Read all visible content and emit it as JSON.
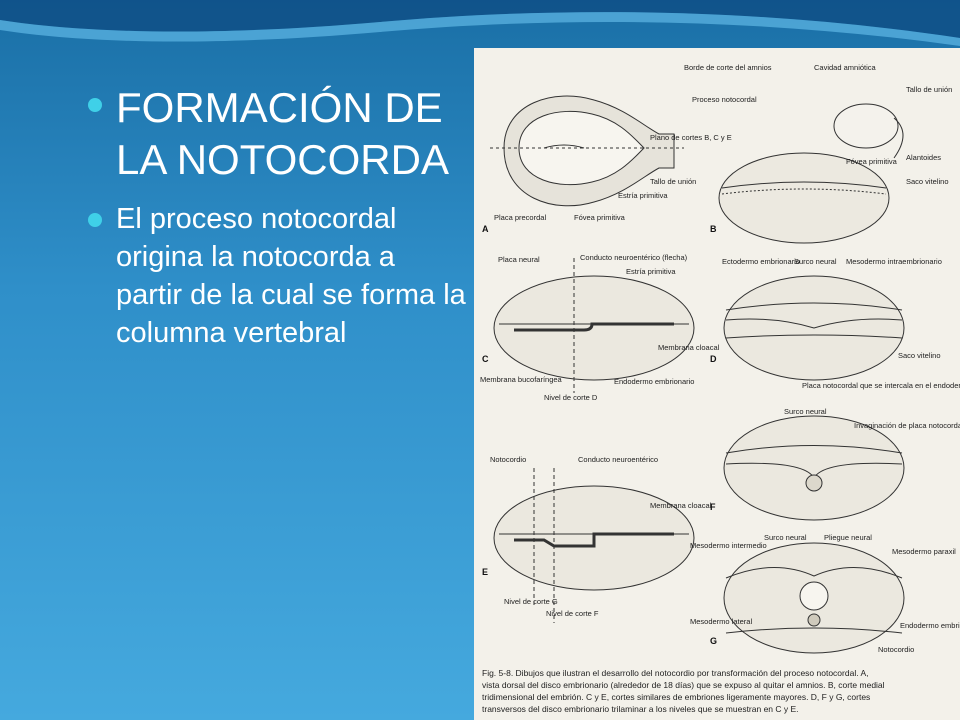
{
  "slide": {
    "title": "FORMACIÓN DE LA NOTOCORDA",
    "body": "El proceso notocordal origina la notocorda a partir de la cual se forma la columna vertebral"
  },
  "figure": {
    "panels": {
      "a": {
        "letter": "A",
        "labels": [
          "Borde de corte del amnios",
          "Proceso notocordal",
          "Plano de cortes B, C y E",
          "Tallo de unión",
          "Estría primitiva",
          "Placa precordal",
          "Fóvea primitiva"
        ]
      },
      "b": {
        "letter": "B",
        "labels": [
          "Cavidad amniótica",
          "Tallo de unión",
          "Fóvea primitiva",
          "Alantoides",
          "Saco vitelino"
        ]
      },
      "c": {
        "letter": "C",
        "labels": [
          "Placa neural",
          "Conducto neuroentérico (flecha)",
          "Estría primitiva",
          "Membrana cloacal",
          "Membrana bucofaríngea",
          "Endodermo embrionario",
          "Nivel de corte D"
        ]
      },
      "d": {
        "letter": "D",
        "labels": [
          "Ectodermo embrionario",
          "Surco neural",
          "Mesodermo intraembrionario",
          "Saco vitelino",
          "Placa notocordal que se intercala en el endodermo embrionario"
        ]
      },
      "e": {
        "letter": "E",
        "labels": [
          "Notocordio",
          "Conducto neuroentérico",
          "Membrana cloacal",
          "Nivel de corte G",
          "Nivel de corte F"
        ]
      },
      "f": {
        "letter": "F",
        "labels": [
          "Surco neural",
          "Invaginación de placa notocordal"
        ]
      },
      "g": {
        "letter": "G",
        "labels": [
          "Surco neural",
          "Pliegue neural",
          "Mesodermo intermedio",
          "Mesodermo paraxil",
          "Mesodermo lateral",
          "Endodermo embrionario",
          "Notocordio"
        ]
      }
    },
    "caption": [
      "Fig. 5-8. Dibujos que ilustran el desarrollo del notocordio por transformación del proceso notocordal. A,",
      "vista dorsal del disco embrionario (alrededor de 18 días) que se expuso al quitar el amnios. B, corte medial",
      "tridimensional del embrión. C y E, cortes similares de embriones ligeramente mayores. D, F y G, cortes",
      "transversos del disco embrionario trilaminar a los niveles que se muestran en C y E."
    ]
  },
  "colors": {
    "accent_bullet": "#3fd0e8",
    "background_top": "#1a6fa6",
    "background_bottom": "#45a9de"
  }
}
